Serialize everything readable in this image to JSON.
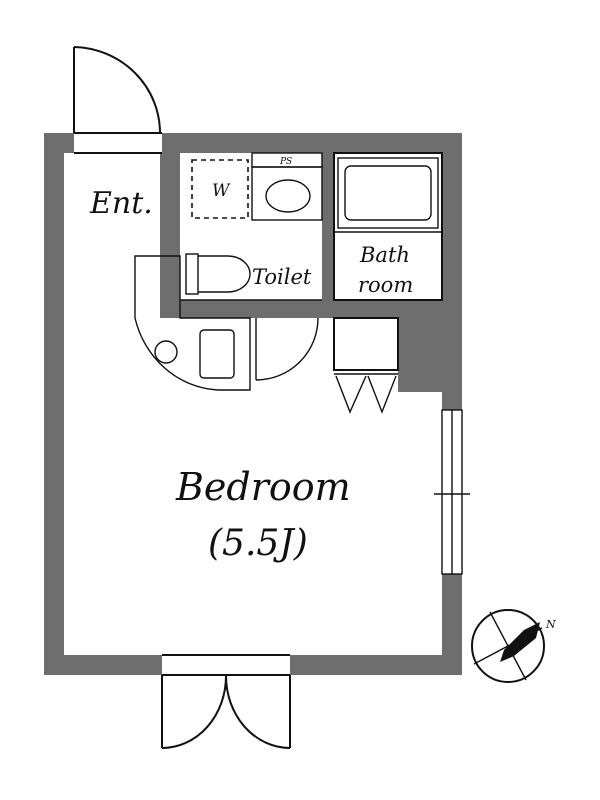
{
  "plan": {
    "rooms": {
      "entrance": "Ent.",
      "washer": "W",
      "pipe_space": "PS",
      "toilet": "Toilet",
      "bathroom_line1": "Bath",
      "bathroom_line2": "room",
      "bedroom": "Bedroom",
      "bedroom_size": "(5.5J)"
    },
    "compass": {
      "north_label": "N"
    },
    "colors": {
      "wall": "#6e6e6e",
      "line": "#111111",
      "background": "#ffffff"
    }
  }
}
